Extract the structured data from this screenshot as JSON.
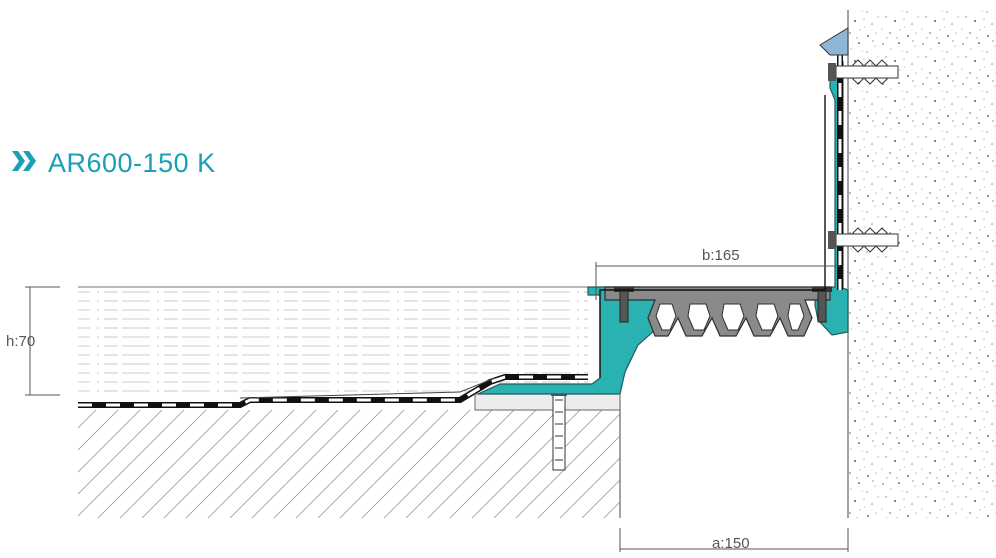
{
  "title": "AR600-150 K",
  "dimensions": {
    "height_label": "h:70",
    "top_width_label": "b:165",
    "bottom_width_label": "a:150"
  },
  "colors": {
    "accent": "#1aa0b4",
    "profile_fill": "#2ab2b2",
    "insert_fill": "#8a8a8a",
    "line": "#555555"
  }
}
